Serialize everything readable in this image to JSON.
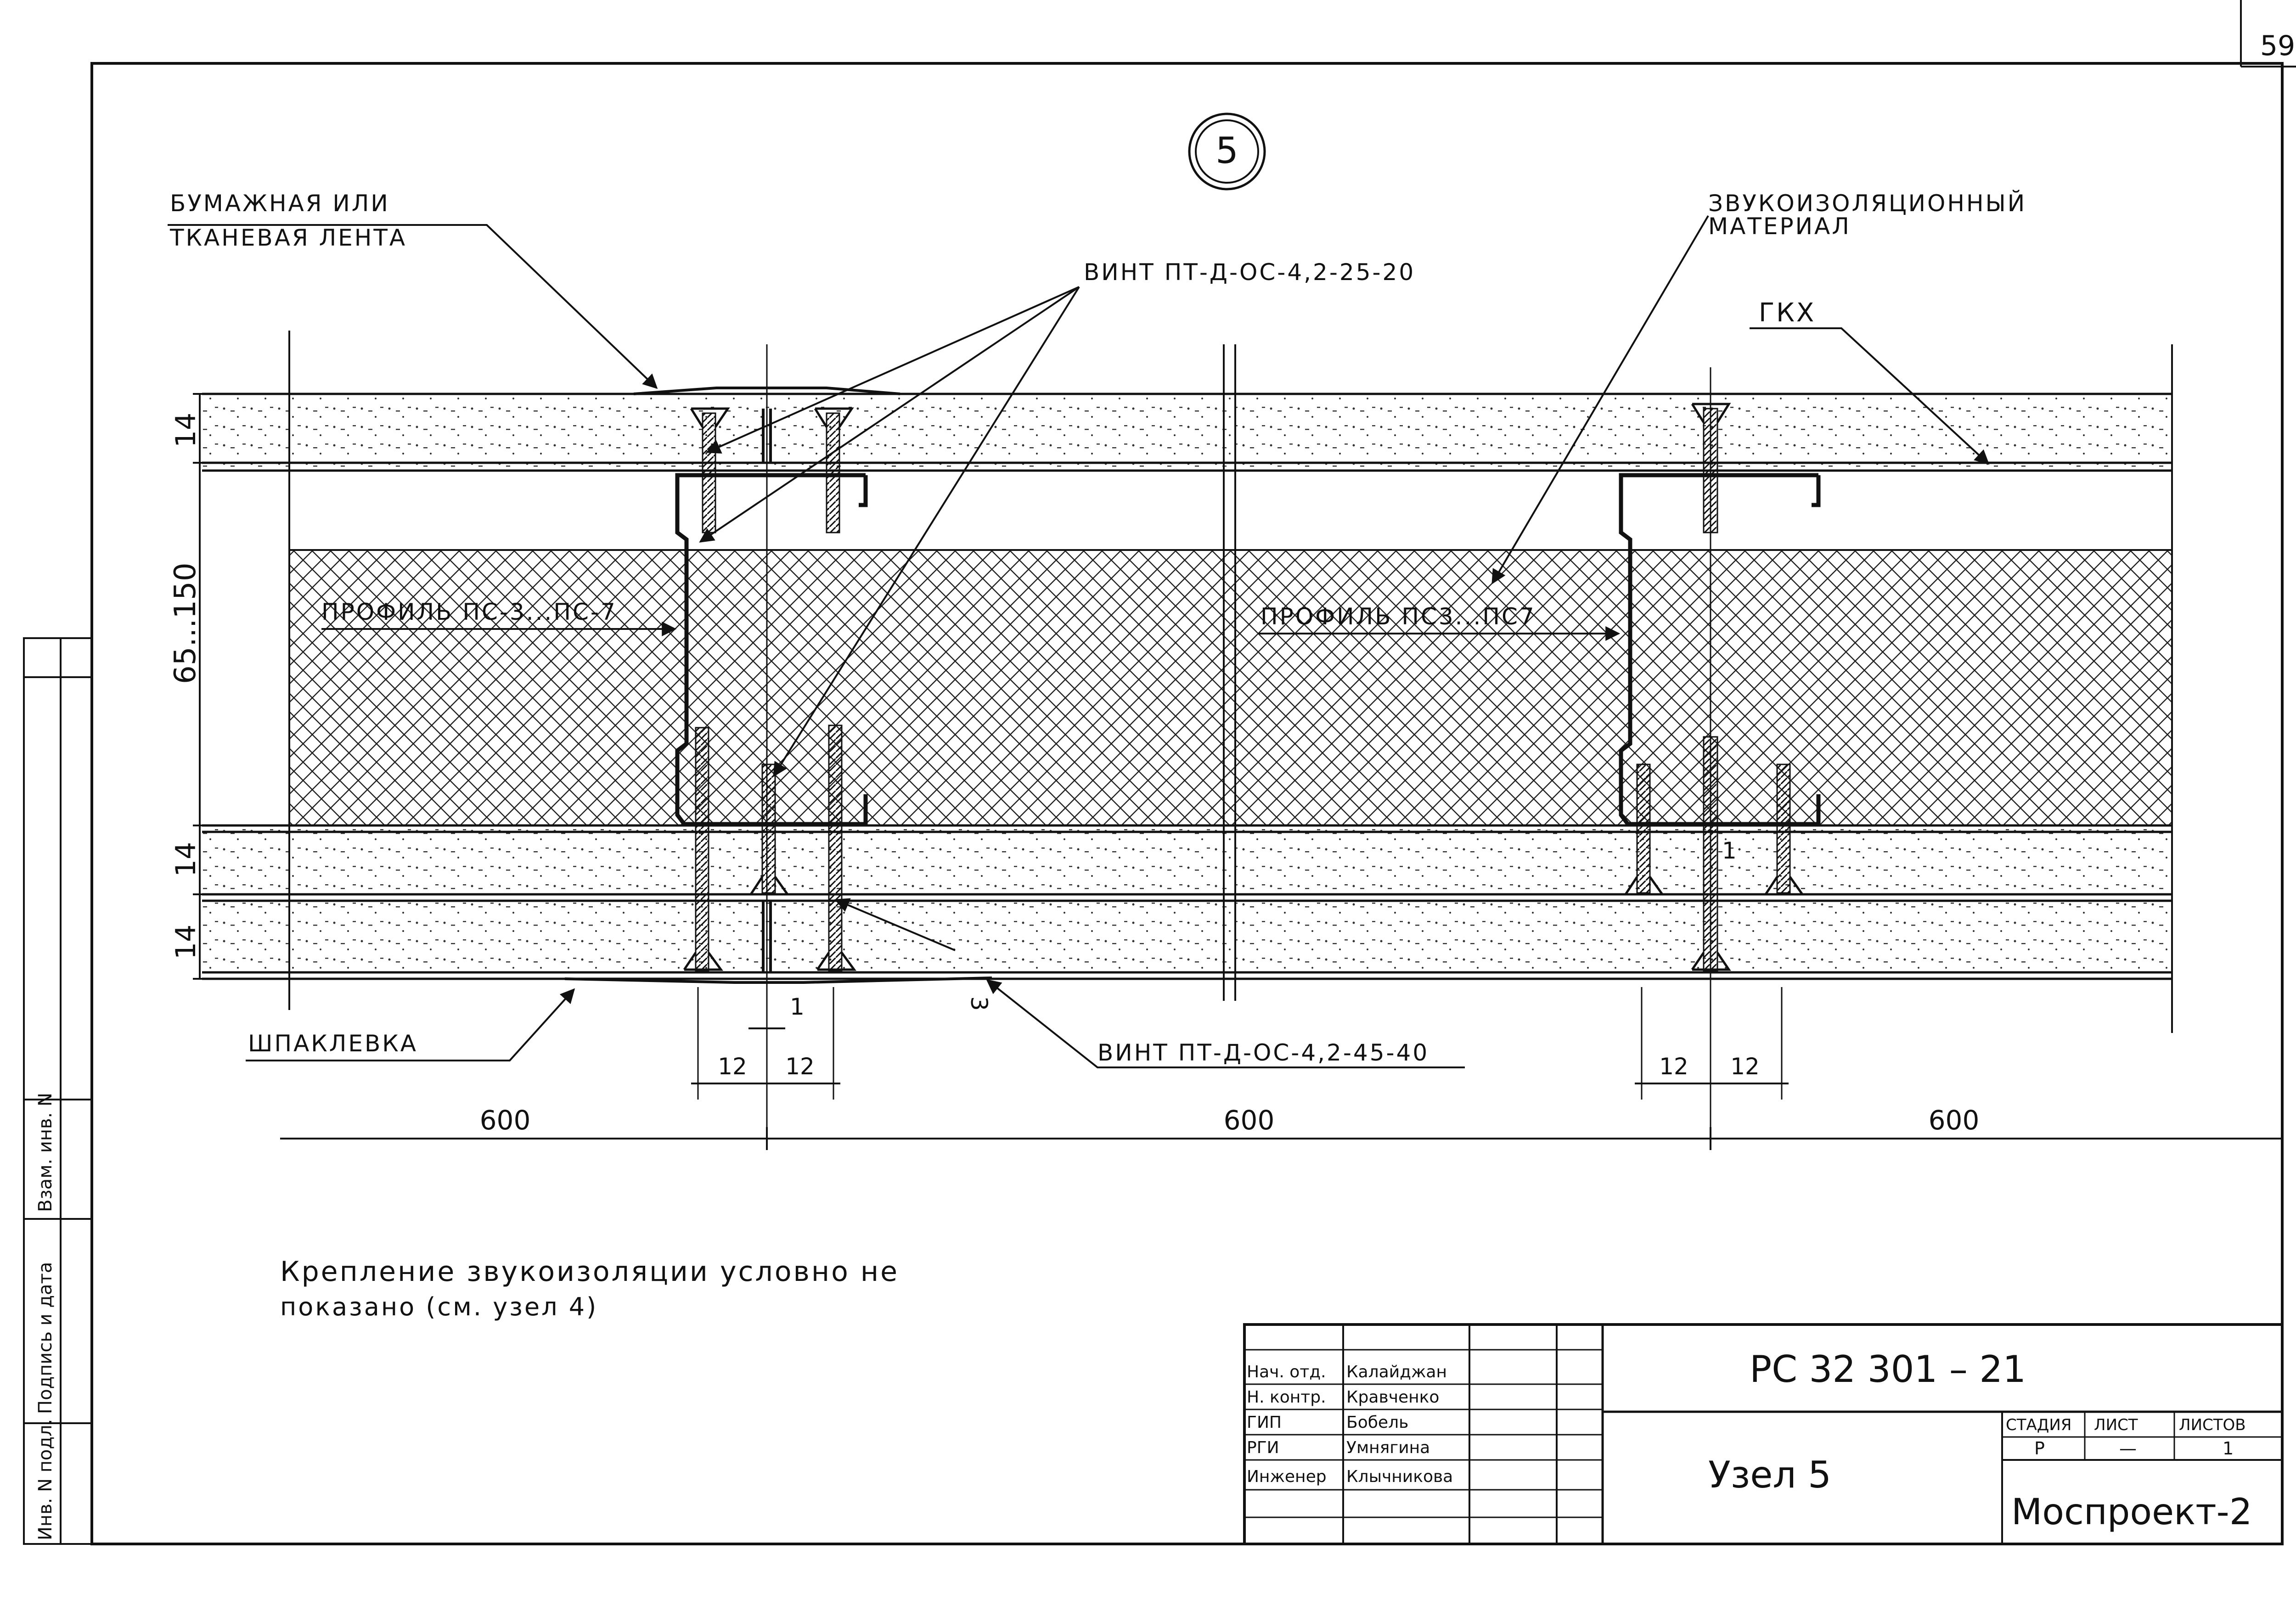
{
  "sheet": {
    "page_number": "59",
    "node_marker": "5"
  },
  "labels": {
    "tape": [
      "БУМАЖНАЯ ИЛИ",
      "ТКАНЕВАЯ ЛЕНТА"
    ],
    "screw_top": "ВИНТ ПТ-Д-ОС-4,2-25-20",
    "insulation": [
      "ЗВУКОИЗОЛЯЦИОННЫЙ",
      "МАТЕРИАЛ"
    ],
    "gkh": "ГКХ",
    "profile_left": "ПРОФИЛЬ ПС-3...ПС-7",
    "profile_right": "ПРОФИЛЬ ПС3...ПС7",
    "putty": "ШПАКЛЕВКА",
    "screw_bottom": "ВИНТ ПТ-Д-ОС-4,2-45-40"
  },
  "dimensions": {
    "board_top": "14",
    "cavity": "65...150",
    "board_mid": "14",
    "board_bottom": "14",
    "gap_left": "1",
    "gap_right": "1",
    "offset_3": "3",
    "screw_spacing_left": [
      "12",
      "12"
    ],
    "screw_spacing_right": [
      "12",
      "12"
    ],
    "spans": [
      "600",
      "600",
      "600"
    ]
  },
  "note": [
    "Крепление звукоизоляции условно не",
    "показано (см. узел 4)"
  ],
  "title_block": {
    "doc_code": "РС 32 301 – 21",
    "title": "Узел 5",
    "org": "Моспроект-2",
    "stage_header": [
      "СТАДИЯ",
      "ЛИСТ",
      "ЛИСТОВ"
    ],
    "stage_values": [
      "Р",
      "—",
      "1"
    ],
    "staff": [
      {
        "role": "Нач. отд.",
        "name": "Калайджан"
      },
      {
        "role": "Н. контр.",
        "name": "Кравченко"
      },
      {
        "role": "ГИП",
        "name": "Бобель"
      },
      {
        "role": "РГИ",
        "name": "Умнягина"
      },
      {
        "role": "Инженер",
        "name": "Клычникова"
      }
    ]
  },
  "side_stamp": [
    "Инв. N подл.",
    "Подпись и дата",
    "Взам. инв. N"
  ]
}
